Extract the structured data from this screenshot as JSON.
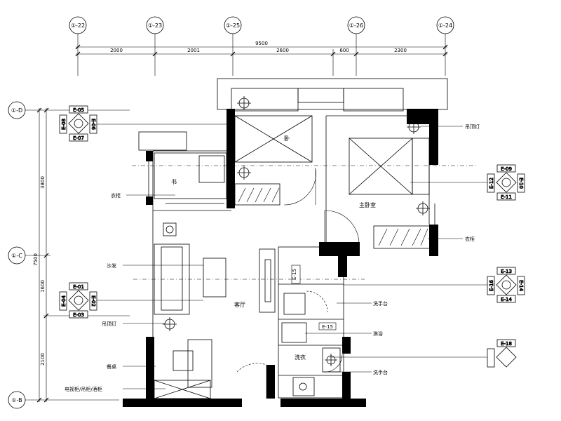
{
  "axes_top": [
    "①-22",
    "①-23",
    "①-25",
    "①-26",
    "①-24"
  ],
  "axes_left": [
    "①-D",
    "①-C",
    "①-B"
  ],
  "dims_top": {
    "total": "9500",
    "segments": [
      "2000",
      "2001",
      "2600",
      "600",
      "2300"
    ]
  },
  "dims_left": {
    "total": "7500",
    "segments": [
      "3800",
      "1600",
      "2100"
    ]
  },
  "elevation_refs": [
    {
      "top": "E-05",
      "left": "E-08",
      "right": "E-06",
      "bottom": "E-07"
    },
    {
      "top": "E-09",
      "left": "E-12",
      "right": "E-10",
      "bottom": "E-11"
    },
    {
      "top": "E-01",
      "left": "E-04",
      "right": "E-02",
      "bottom": "E-03"
    },
    {
      "top": "E-13",
      "left": "E-16",
      "right": "E-14",
      "bottom": "E-14"
    },
    {
      "top": "E-18",
      "left": "",
      "right": "",
      "bottom": ""
    }
  ],
  "fixture_tags": {
    "bath_e15_top": "E-15",
    "bath_e15_mid": "E-15"
  },
  "callouts": {
    "left": [
      "衣柜",
      "沙发",
      "吊顶灯",
      "餐桌",
      "电视柜/吊柜/酒柜"
    ],
    "right": [
      "吊顶灯",
      "衣柜",
      "洗手台",
      "淋浴",
      "洗手台"
    ]
  },
  "room_labels": {
    "bed_small": "卧",
    "study": "书",
    "bed_master": "主卧室",
    "living": "客厅",
    "wash": "洗衣"
  },
  "colors": {
    "line": "#000000",
    "wall": "#000000",
    "background": "#ffffff"
  }
}
